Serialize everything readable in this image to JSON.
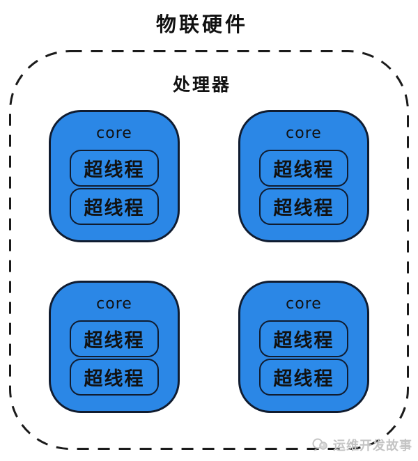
{
  "title": "物联硬件",
  "processor": {
    "label": "处理器",
    "cores": [
      {
        "label": "core",
        "threads": [
          "超线程",
          "超线程"
        ]
      },
      {
        "label": "core",
        "threads": [
          "超线程",
          "超线程"
        ]
      },
      {
        "label": "core",
        "threads": [
          "超线程",
          "超线程"
        ]
      },
      {
        "label": "core",
        "threads": [
          "超线程",
          "超线程"
        ]
      }
    ]
  },
  "watermark": {
    "icon": "chat-bubbles-logo",
    "text": "运维开发故事"
  },
  "colors": {
    "core_fill": "#2b87e6",
    "thread_fill": "#2c8ae9",
    "box_border": "#101c30",
    "dash_color": "#1b1b1b",
    "text_color": "#111111",
    "watermark_color": "#c4c4c4"
  }
}
